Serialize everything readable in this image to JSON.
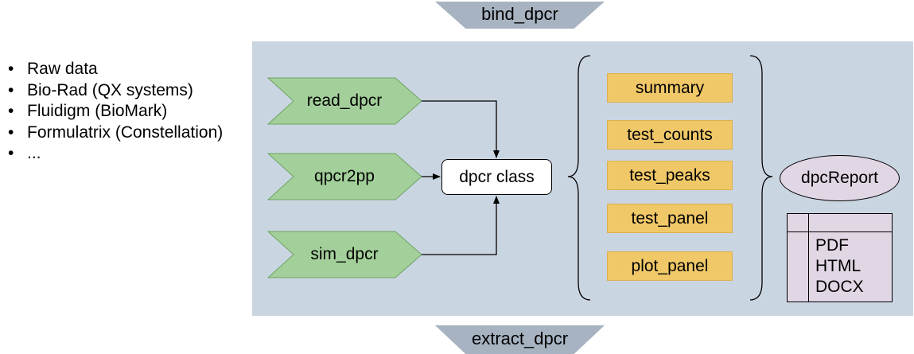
{
  "top_connector": "bind_dpcr",
  "bottom_connector": "extract_dpcr",
  "sources": [
    "Raw data",
    "Bio-Rad (QX systems)",
    "Fluidigm (BioMark)",
    "Formulatrix (Constellation)",
    "..."
  ],
  "inputs": [
    "read_dpcr",
    "qpcr2pp",
    "sim_dpcr"
  ],
  "class_name": "dpcr class",
  "methods": [
    "summary",
    "test_counts",
    "test_peaks",
    "test_panel",
    "plot_panel"
  ],
  "report": "dpcReport",
  "formats": [
    "PDF",
    "HTML",
    "DOCX"
  ],
  "colors": {
    "panel": "#cad5e2",
    "connector": "#a7b3c1",
    "input_fill": "#a3d09a",
    "method_fill": "#f0c868",
    "report_fill": "#e1d6e3"
  }
}
